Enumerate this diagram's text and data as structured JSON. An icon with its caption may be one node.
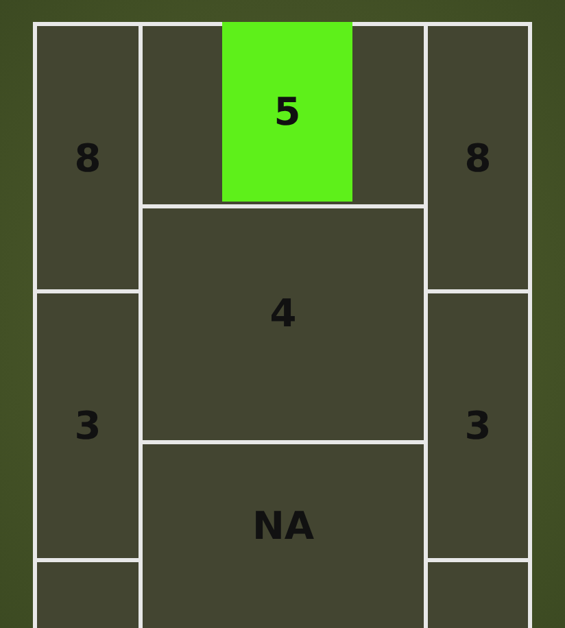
{
  "diagram": {
    "nodes": [
      {
        "text": [
          "8"
        ]
      },
      {
        "text": [],
        "shape": "box"
      },
      {
        "text": [
          "5"
        ],
        "in": 1
      },
      {
        "text": [
          "8"
        ]
      },
      {
        "text": [
          "4"
        ]
      },
      {
        "text": [
          "3"
        ]
      },
      {
        "text": [
          "3"
        ]
      },
      {
        "text": [
          "NA"
        ]
      }
    ]
  }
}
